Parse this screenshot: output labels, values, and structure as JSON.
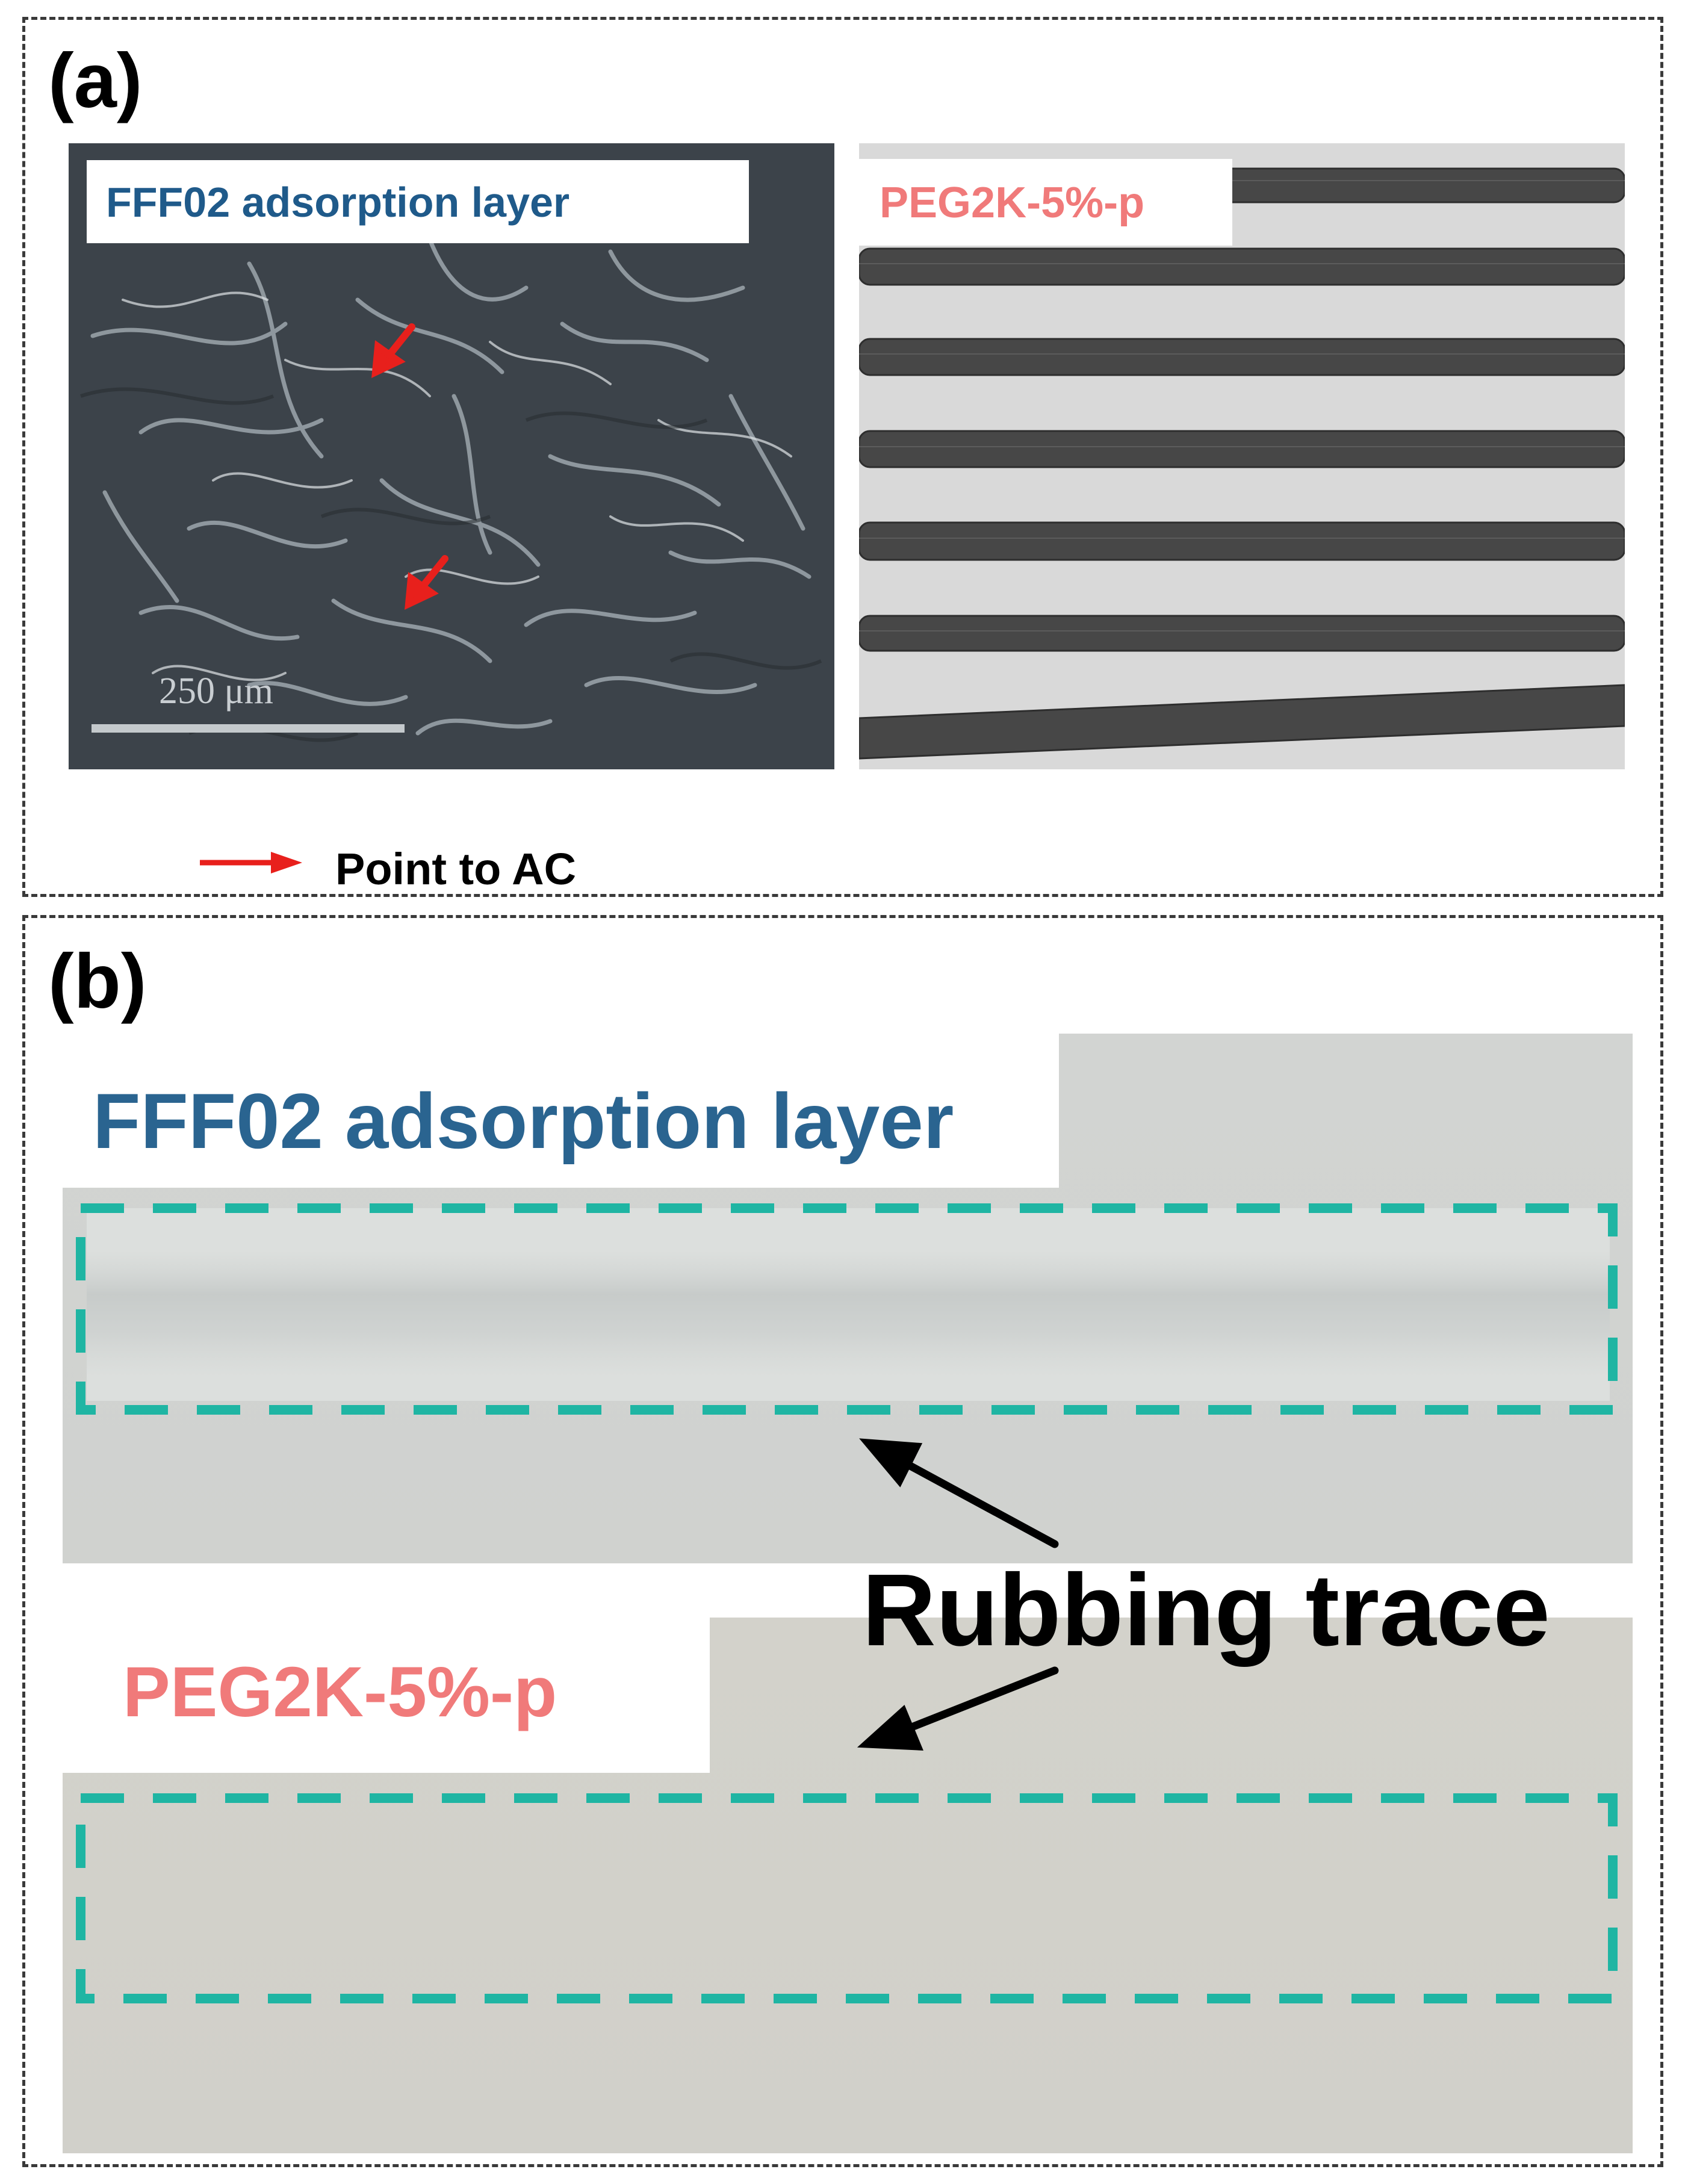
{
  "panel_a": {
    "label": "(a)",
    "left_image": {
      "caption": "FFF02 adsorption layer",
      "scale_text": "250 μm"
    },
    "right_image": {
      "caption": "PEG2K-5%-p"
    },
    "legend": {
      "arrow_color": "#e8201c",
      "text": "Point to AC"
    }
  },
  "panel_b": {
    "label": "(b)",
    "top_photo": {
      "caption": "FFF02 adsorption layer"
    },
    "bottom_photo": {
      "caption": "PEG2K-5%-p"
    },
    "annotation": "Rubbing trace",
    "box_color": "#1fb5a3"
  },
  "colors": {
    "caption_blue": "#1f5a8a",
    "caption_pink": "#f07a7a",
    "arrow_red": "#e8201c"
  }
}
